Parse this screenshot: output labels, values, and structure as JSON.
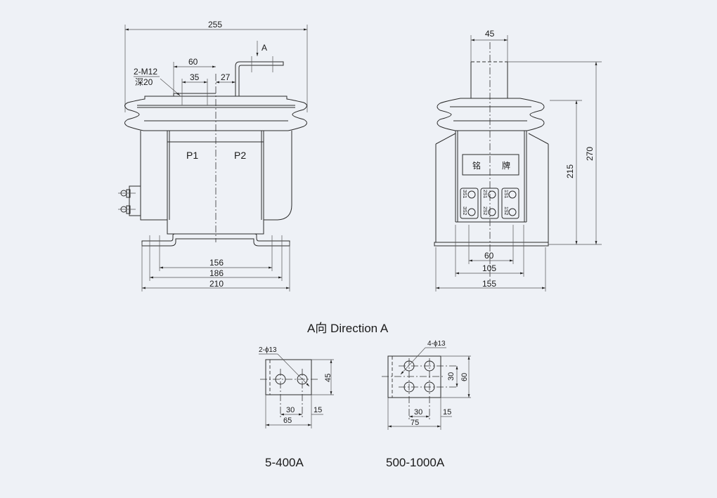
{
  "front_view": {
    "dim_overall_width": "255",
    "dim_60": "60",
    "dim_35": "35",
    "dim_27": "27",
    "thread_label": "2-M12",
    "depth_label": "深20",
    "view_arrow_label": "A",
    "terminal_p1": "P1",
    "terminal_p2": "P2",
    "dim_156": "156",
    "dim_186": "186",
    "dim_210": "210"
  },
  "side_view": {
    "dim_45": "45",
    "nameplate_char1": "铭",
    "nameplate_char2": "牌",
    "terminals": [
      {
        "top": "3S1",
        "bottom": "3S2"
      },
      {
        "top": "2S1",
        "bottom": "2S2"
      },
      {
        "top": "1S1",
        "bottom": "1S2"
      }
    ],
    "dim_215": "215",
    "dim_270": "270",
    "dim_60": "60",
    "dim_105": "105",
    "dim_155": "155"
  },
  "direction_view": {
    "title": "A向 Direction A",
    "small": {
      "holes_label": "2-ϕ13",
      "dim_45": "45",
      "dim_30": "30",
      "dim_15": "15",
      "dim_65": "65",
      "caption": "5-400A"
    },
    "large": {
      "holes_label": "4-ϕ13",
      "dim_30v": "30",
      "dim_60": "60",
      "dim_30": "30",
      "dim_15": "15",
      "dim_75": "75",
      "caption": "500-1000A"
    }
  }
}
